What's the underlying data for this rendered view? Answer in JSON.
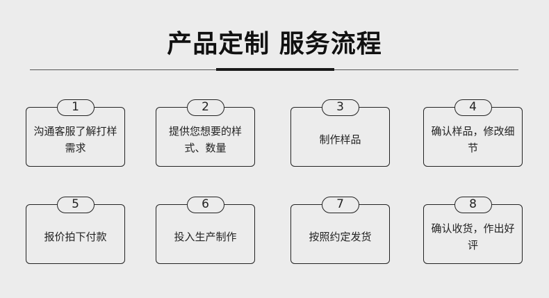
{
  "title": "产品定制 服务流程",
  "steps": [
    {
      "num": "1",
      "text": "沟通客服了解打样需求"
    },
    {
      "num": "2",
      "text": "提供您想要的样式、数量"
    },
    {
      "num": "3",
      "text": "制作样品"
    },
    {
      "num": "4",
      "text": "确认样品，修改细节"
    },
    {
      "num": "5",
      "text": "报价拍下付款"
    },
    {
      "num": "6",
      "text": "投入生产制作"
    },
    {
      "num": "7",
      "text": "按照约定发货"
    },
    {
      "num": "8",
      "text": "确认收货，作出好评"
    }
  ]
}
